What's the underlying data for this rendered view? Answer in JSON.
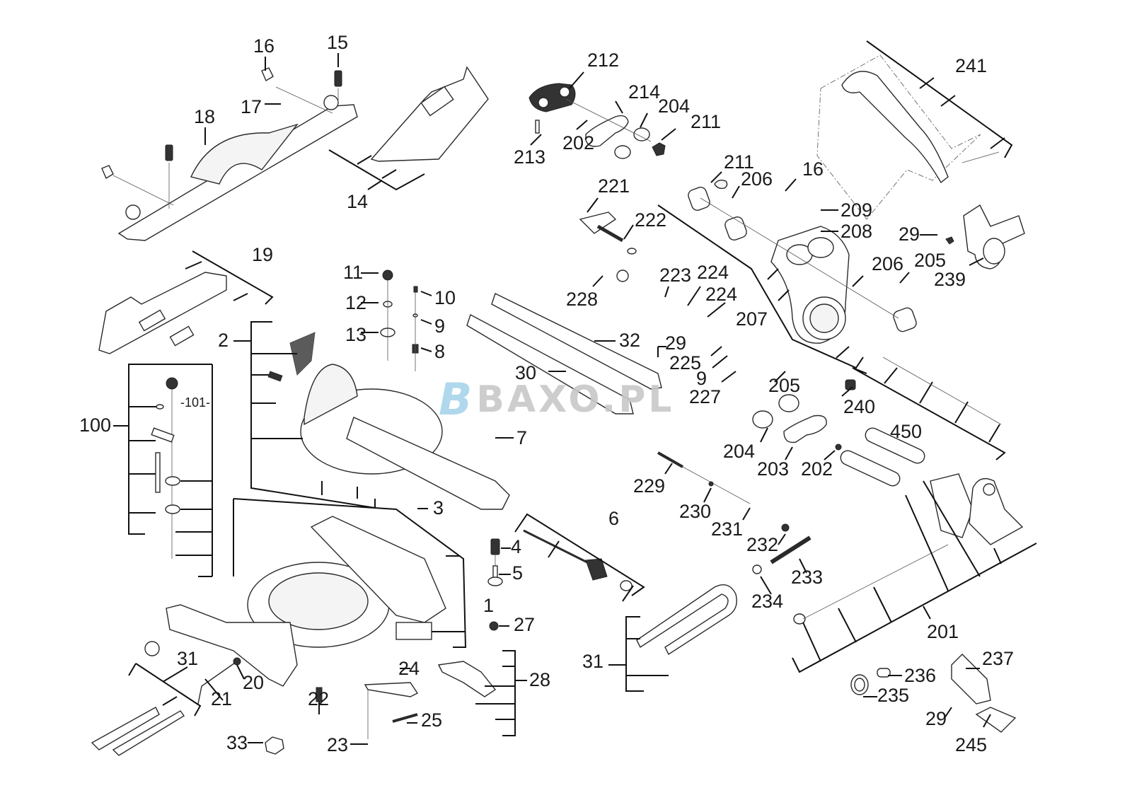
{
  "diagram": {
    "type": "exploded-parts-view",
    "subject": "sliding mitre saw",
    "watermark": {
      "mark": "B",
      "text": "BAXO.PL"
    },
    "part_labels": [
      {
        "id": "p16a",
        "text": "16"
      },
      {
        "id": "p15",
        "text": "15"
      },
      {
        "id": "p17",
        "text": "17"
      },
      {
        "id": "p18",
        "text": "18"
      },
      {
        "id": "p14",
        "text": "14"
      },
      {
        "id": "p212",
        "text": "212"
      },
      {
        "id": "p214",
        "text": "214"
      },
      {
        "id": "p204a",
        "text": "204"
      },
      {
        "id": "p211a",
        "text": "211"
      },
      {
        "id": "p202a",
        "text": "202"
      },
      {
        "id": "p213",
        "text": "213"
      },
      {
        "id": "p241",
        "text": "241"
      },
      {
        "id": "p211b",
        "text": "211"
      },
      {
        "id": "p206a",
        "text": "206"
      },
      {
        "id": "p16b",
        "text": "16"
      },
      {
        "id": "p221",
        "text": "221"
      },
      {
        "id": "p222",
        "text": "222"
      },
      {
        "id": "p209",
        "text": "209"
      },
      {
        "id": "p208",
        "text": "208"
      },
      {
        "id": "p29a",
        "text": "29"
      },
      {
        "id": "p239",
        "text": "239"
      },
      {
        "id": "p206b",
        "text": "206"
      },
      {
        "id": "p205a",
        "text": "205"
      },
      {
        "id": "p19",
        "text": "19"
      },
      {
        "id": "p11",
        "text": "11"
      },
      {
        "id": "p10",
        "text": "10"
      },
      {
        "id": "p12",
        "text": "12"
      },
      {
        "id": "p9a",
        "text": "9"
      },
      {
        "id": "p13",
        "text": "13"
      },
      {
        "id": "p8",
        "text": "8"
      },
      {
        "id": "p228",
        "text": "228"
      },
      {
        "id": "p223",
        "text": "223"
      },
      {
        "id": "p224a",
        "text": "224"
      },
      {
        "id": "p224b",
        "text": "224"
      },
      {
        "id": "p207",
        "text": "207"
      },
      {
        "id": "p2",
        "text": "2"
      },
      {
        "id": "p32",
        "text": "32"
      },
      {
        "id": "p29b",
        "text": "29"
      },
      {
        "id": "p225",
        "text": "225"
      },
      {
        "id": "p9b",
        "text": "9"
      },
      {
        "id": "p227",
        "text": "227"
      },
      {
        "id": "p205b",
        "text": "205"
      },
      {
        "id": "p30",
        "text": "30"
      },
      {
        "id": "p240",
        "text": "240"
      },
      {
        "id": "p450",
        "text": "450"
      },
      {
        "id": "p100",
        "text": "100"
      },
      {
        "id": "p101",
        "text": "-101-"
      },
      {
        "id": "p7",
        "text": "7"
      },
      {
        "id": "p204b",
        "text": "204"
      },
      {
        "id": "p203",
        "text": "203"
      },
      {
        "id": "p202b",
        "text": "202"
      },
      {
        "id": "p229",
        "text": "229"
      },
      {
        "id": "p3",
        "text": "3"
      },
      {
        "id": "p230",
        "text": "230"
      },
      {
        "id": "p231",
        "text": "231"
      },
      {
        "id": "p6",
        "text": "6"
      },
      {
        "id": "p4",
        "text": "4"
      },
      {
        "id": "p232",
        "text": "232"
      },
      {
        "id": "p5",
        "text": "5"
      },
      {
        "id": "p233",
        "text": "233"
      },
      {
        "id": "p1",
        "text": "1"
      },
      {
        "id": "p234",
        "text": "234"
      },
      {
        "id": "p27",
        "text": "27"
      },
      {
        "id": "p201",
        "text": "201"
      },
      {
        "id": "p31a",
        "text": "31"
      },
      {
        "id": "p237",
        "text": "237"
      },
      {
        "id": "p24",
        "text": "24"
      },
      {
        "id": "p28",
        "text": "28"
      },
      {
        "id": "p31b",
        "text": "31"
      },
      {
        "id": "p236",
        "text": "236"
      },
      {
        "id": "p20",
        "text": "20"
      },
      {
        "id": "p21",
        "text": "21"
      },
      {
        "id": "p22",
        "text": "22"
      },
      {
        "id": "p235",
        "text": "235"
      },
      {
        "id": "p25",
        "text": "25"
      },
      {
        "id": "p29c",
        "text": "29"
      },
      {
        "id": "p33",
        "text": "33"
      },
      {
        "id": "p23",
        "text": "23"
      },
      {
        "id": "p245",
        "text": "245"
      }
    ]
  }
}
